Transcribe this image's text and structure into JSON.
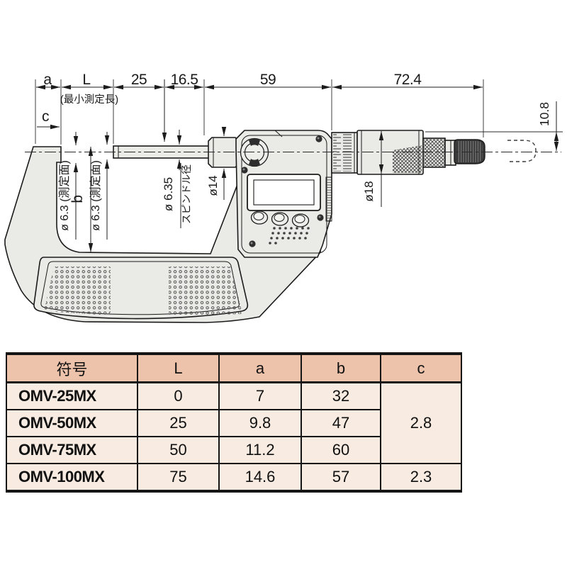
{
  "diagram": {
    "dims": {
      "a": "a",
      "L": "L",
      "min_len": "(最小測定長)",
      "d25": "25",
      "d165": "16.5",
      "d59": "59",
      "d724": "72.4",
      "d108": "10.8",
      "c": "c",
      "b": "b"
    },
    "callouts": {
      "face_left": "ø 6.3 (測定面)",
      "face_right": "ø 6.3 (測定面)",
      "spindle_dia": "ø 6.35",
      "spindle_label": "スピンドル径",
      "d14": "ø14",
      "d18": "ø18"
    }
  },
  "table": {
    "headers": [
      "符号",
      "L",
      "a",
      "b",
      "c"
    ],
    "rows": [
      {
        "model": "OMV-25MX",
        "L": "0",
        "a": "7",
        "b": "32"
      },
      {
        "model": "OMV-50MX",
        "L": "25",
        "a": "9.8",
        "b": "47"
      },
      {
        "model": "OMV-75MX",
        "L": "50",
        "a": "11.2",
        "b": "60"
      },
      {
        "model": "OMV-100MX",
        "L": "75",
        "a": "14.6",
        "b": "57",
        "c": "2.3"
      }
    ],
    "c_merged": "2.8"
  },
  "colors": {
    "header_bg": "#eec3ab",
    "row_bg": "#f8ebe1",
    "border": "#151515",
    "part_fill": "#eaeae6",
    "line": "#1b1b1b"
  }
}
